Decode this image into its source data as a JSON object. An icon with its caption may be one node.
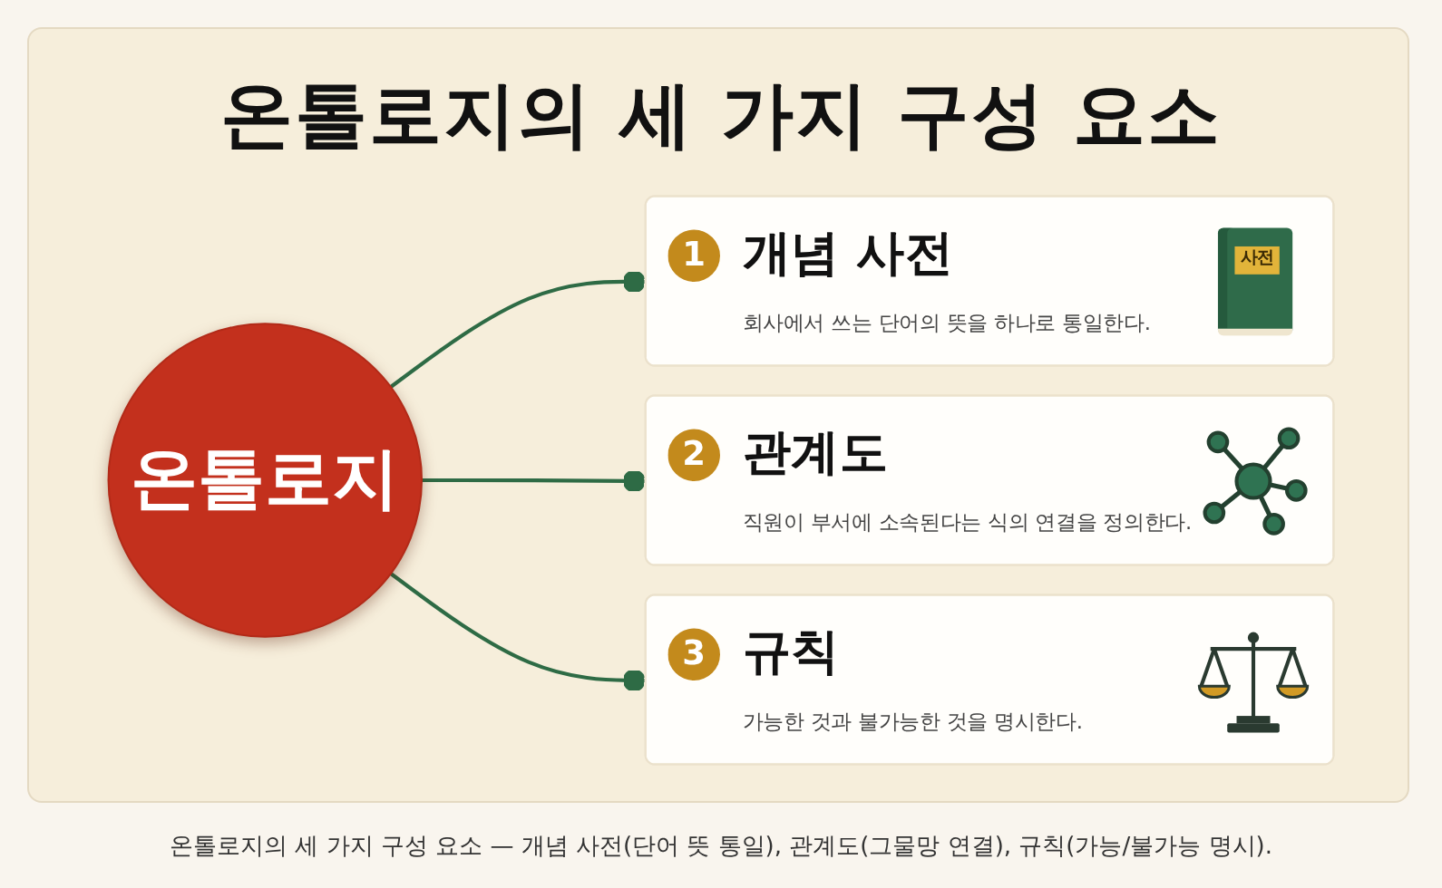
{
  "diagram": {
    "title": "온톨로지의 세 가지 구성 요소",
    "caption": "온톨로지의 세 가지 구성 요소 — 개념 사전(단어 뜻 통일), 관계도(그물망 연결), 규칙(가능/불가능 명시).",
    "nodes": [
      {
        "text": [
          "온톨로지"
        ]
      },
      {
        "text": [
          "1",
          "개념 사전",
          "회사에서 쓰는 단어의 뜻을 하나로 통일한다.",
          "사전"
        ]
      },
      {
        "text": [
          "2",
          "관계도",
          "직원이 부서에 소속된다는 식의 연결을 정의한다."
        ]
      },
      {
        "text": [
          "3",
          "규칙",
          "가능한 것과 불가능한 것을 명시한다."
        ]
      }
    ],
    "edges": [
      {
        "from": 0,
        "to": 1,
        "arrow": "other"
      },
      {
        "from": 0,
        "to": 2,
        "arrow": "other"
      },
      {
        "from": 0,
        "to": 3,
        "arrow": "other"
      }
    ]
  }
}
